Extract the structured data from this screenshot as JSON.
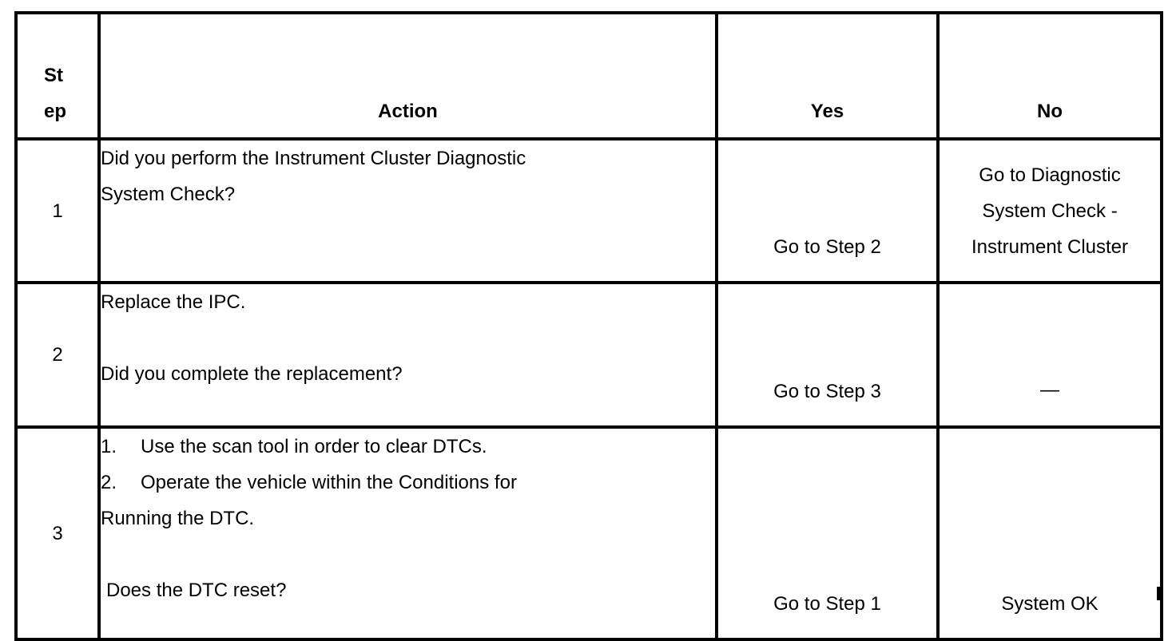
{
  "table": {
    "headers": {
      "step": "Step",
      "action": "Action",
      "yes": "Yes",
      "no": "No"
    },
    "rows": [
      {
        "step": "1",
        "action_lines": [
          "Did you perform the Instrument Cluster Diagnostic",
          "System Check?"
        ],
        "yes": "Go to Step 2",
        "no_lines": [
          "Go to Diagnostic",
          "System Check -",
          "Instrument Cluster"
        ]
      },
      {
        "step": "2",
        "action_lines": [
          "Replace the IPC.",
          "",
          "Did you complete the replacement?"
        ],
        "yes": "Go to Step 3",
        "no_lines": [
          "—"
        ]
      },
      {
        "step": "3",
        "action_list": [
          {
            "marker": "1.",
            "text": "Use the scan tool in order to clear DTCs."
          },
          {
            "marker": "2.",
            "text": "Operate the vehicle within the Conditions for"
          }
        ],
        "action_wrap": "Running the DTC.",
        "action_question": " Does the DTC reset?",
        "yes": "Go to Step 1",
        "no_lines": [
          "System OK"
        ]
      }
    ]
  },
  "colors": {
    "border": "#000000",
    "background": "#ffffff",
    "text": "#000000"
  }
}
